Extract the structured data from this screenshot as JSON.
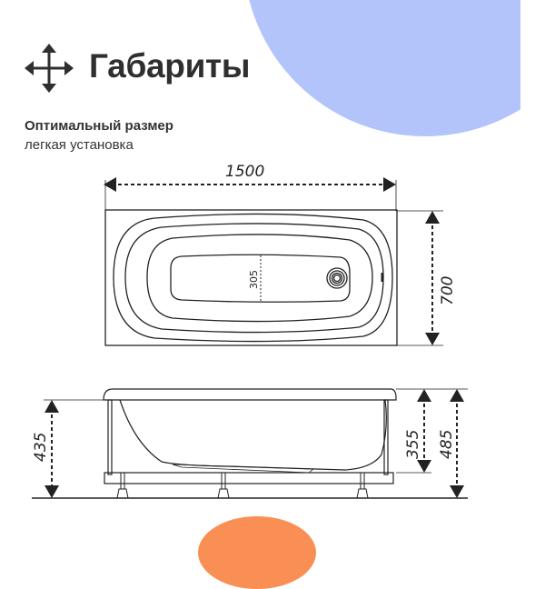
{
  "header": {
    "icon": "move-arrows-icon",
    "title": "Габариты",
    "subtitle": "Оптимальный размер",
    "subtitle_secondary": "легкая установка"
  },
  "top_view": {
    "length_label": "1500",
    "width_label": "700",
    "inner_width_label": "305"
  },
  "side_view": {
    "height_left_label": "435",
    "depth_label": "355",
    "height_total_label": "485"
  },
  "colors": {
    "blue_accent": "#b3c4fb",
    "orange_accent": "#fa8f55",
    "text": "#2f2f2f"
  }
}
